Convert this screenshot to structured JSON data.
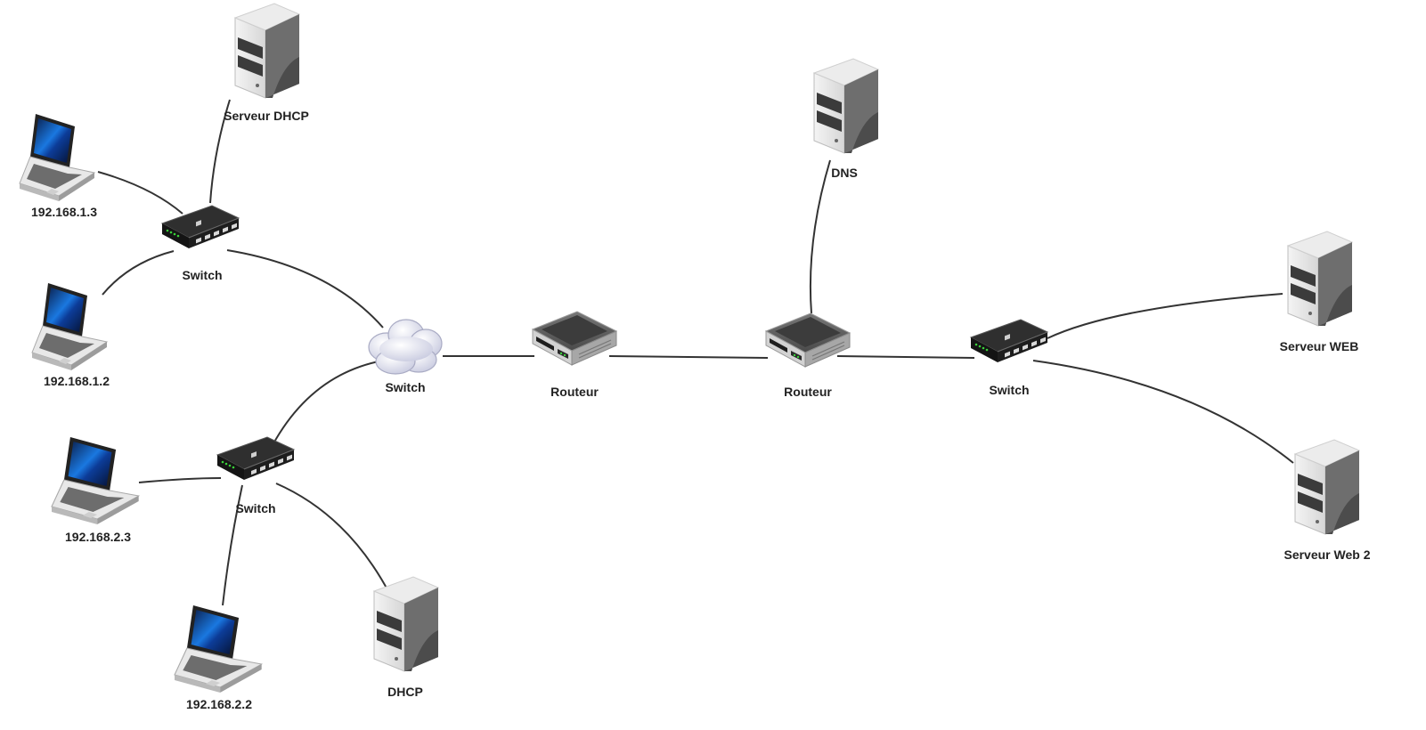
{
  "diagram": {
    "nodes": [
      {
        "id": "dhcp-server-top",
        "type": "server",
        "label": "Serveur DHCP"
      },
      {
        "id": "laptop-1-3",
        "type": "laptop",
        "label": "192.168.1.3"
      },
      {
        "id": "laptop-1-2",
        "type": "laptop",
        "label": "192.168.1.2"
      },
      {
        "id": "switch-top-left",
        "type": "switch",
        "label": "Switch"
      },
      {
        "id": "cloud-switch",
        "type": "cloud",
        "label": "Switch"
      },
      {
        "id": "switch-bottom-left",
        "type": "switch",
        "label": "Switch"
      },
      {
        "id": "laptop-2-3",
        "type": "laptop",
        "label": "192.168.2.3"
      },
      {
        "id": "laptop-2-2",
        "type": "laptop",
        "label": "192.168.2.2"
      },
      {
        "id": "dhcp-server-bottom",
        "type": "server",
        "label": "DHCP"
      },
      {
        "id": "router-left",
        "type": "router",
        "label": "Routeur"
      },
      {
        "id": "router-right",
        "type": "router",
        "label": "Routeur"
      },
      {
        "id": "dns-server",
        "type": "server",
        "label": "DNS"
      },
      {
        "id": "switch-right",
        "type": "switch",
        "label": "Switch"
      },
      {
        "id": "web-server",
        "type": "server",
        "label": "Serveur WEB"
      },
      {
        "id": "web-server-2",
        "type": "server",
        "label": "Serveur Web 2"
      }
    ],
    "links": [
      {
        "from": "dhcp-server-top",
        "to": "switch-top-left"
      },
      {
        "from": "laptop-1-3",
        "to": "switch-top-left"
      },
      {
        "from": "laptop-1-2",
        "to": "switch-top-left"
      },
      {
        "from": "switch-top-left",
        "to": "cloud-switch"
      },
      {
        "from": "switch-bottom-left",
        "to": "cloud-switch"
      },
      {
        "from": "laptop-2-3",
        "to": "switch-bottom-left"
      },
      {
        "from": "laptop-2-2",
        "to": "switch-bottom-left"
      },
      {
        "from": "dhcp-server-bottom",
        "to": "switch-bottom-left"
      },
      {
        "from": "cloud-switch",
        "to": "router-left"
      },
      {
        "from": "router-left",
        "to": "router-right"
      },
      {
        "from": "dns-server",
        "to": "router-right"
      },
      {
        "from": "router-right",
        "to": "switch-right"
      },
      {
        "from": "web-server",
        "to": "switch-right"
      },
      {
        "from": "web-server-2",
        "to": "switch-right"
      }
    ]
  }
}
